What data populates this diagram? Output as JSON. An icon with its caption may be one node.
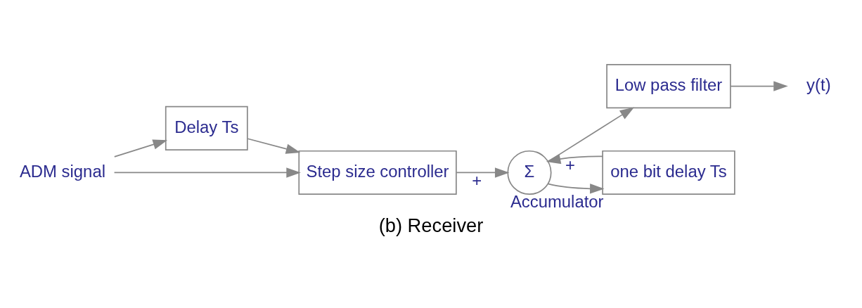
{
  "diagram": {
    "caption": "(b) Receiver",
    "nodes": [
      {
        "text": [
          "ADM signal"
        ]
      },
      {
        "text": [
          "Delay Ts"
        ]
      },
      {
        "text": [
          "Step size controller"
        ]
      },
      {
        "text": [
          "Σ"
        ]
      },
      {
        "text": [
          "Low pass filter"
        ]
      },
      {
        "text": [
          "y(t)"
        ]
      },
      {
        "text": [
          "one bit delay Ts"
        ],
        "beside": [
          "Accumulator"
        ]
      }
    ],
    "edges": [
      {
        "from": 0,
        "to": 2,
        "arrow": "to"
      },
      {
        "from": 0,
        "to": 1,
        "arrow": "to"
      },
      {
        "from": 1,
        "to": 2,
        "arrow": "to"
      },
      {
        "from": 2,
        "to": 3,
        "arrow": "to",
        "label": "+"
      },
      {
        "from": 3,
        "to": 4,
        "arrow": "to"
      },
      {
        "from": 3,
        "to": 6,
        "arrow": "to"
      },
      {
        "from": 6,
        "to": 3,
        "arrow": "to",
        "label": "+"
      },
      {
        "from": 4,
        "to": 5,
        "arrow": "to"
      }
    ]
  }
}
